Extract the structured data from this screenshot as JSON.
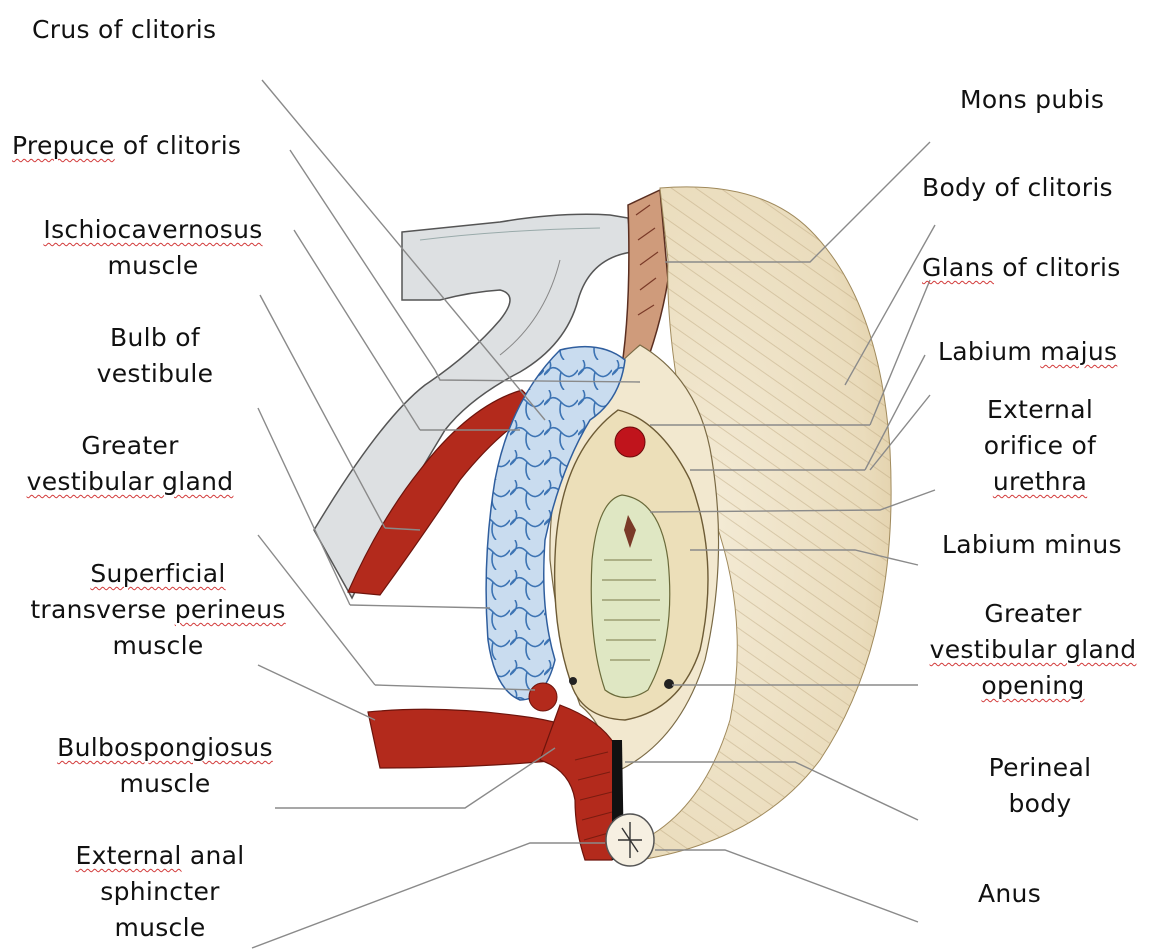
{
  "labels_left": {
    "crus": "Crus of clitoris",
    "prepuce_a": "Prepuce",
    "prepuce_b": " of clitoris",
    "ischio_1": "Ischiocavernosus",
    "ischio_2": "muscle",
    "bulb_1": "Bulb of",
    "bulb_2": "vestibule",
    "gvg_1": "Greater",
    "gvg_2": "vestibular gland",
    "stp_1": "Superficial",
    "stp_2a": "transverse ",
    "stp_2b": "perineus",
    "stp_3": "muscle",
    "bulbo_1": "Bulbospongiosus",
    "bulbo_2": "muscle",
    "eas_1a": "External",
    "eas_1b": " anal",
    "eas_2": "sphincter",
    "eas_3": "muscle"
  },
  "labels_right": {
    "mons": "Mons pubis",
    "body": "Body of clitoris",
    "glans_a": "Glans",
    "glans_b": " of clitoris",
    "lmaj_a": "Labium ",
    "lmaj_b": "majus",
    "eou_1": "External",
    "eou_2": "orifice of",
    "eou_3": "urethra",
    "lmin": "Labium minus",
    "gvgo_1": "Greater",
    "gvgo_2": "vestibular gland",
    "gvgo_3": "opening",
    "pb_1": "Perineal",
    "pb_2": "body",
    "anus": "Anus"
  },
  "colors": {
    "muscle": "#b32a1c",
    "bone": "#dde0e2",
    "gland": "#4f86c2",
    "skin": "#eee3c8",
    "leader": "#8a8a8a",
    "marker": "#c0141c"
  }
}
